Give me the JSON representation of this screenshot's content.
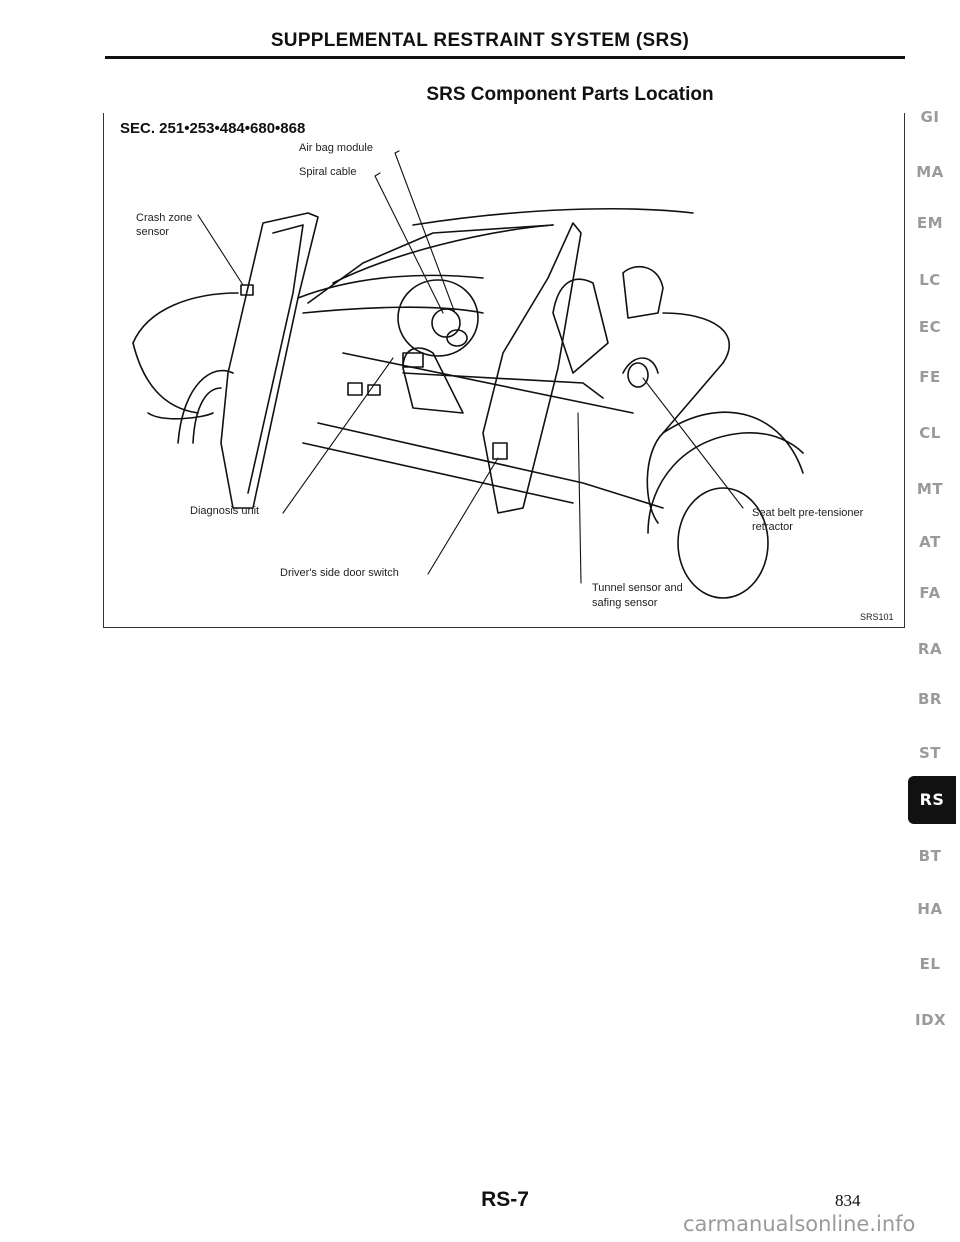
{
  "header": {
    "title": "SUPPLEMENTAL RESTRAINT SYSTEM (SRS)"
  },
  "section": {
    "title": "SRS Component Parts Location"
  },
  "figure": {
    "sec_code": "SEC. 251•253•484•680•868",
    "labels": {
      "air_bag_module": "Air bag module",
      "spiral_cable": "Spiral cable",
      "crash_zone_sensor_1": "Crash zone",
      "crash_zone_sensor_2": "sensor",
      "diagnosis_unit": "Diagnosis unit",
      "drivers_side_door_switch": "Driver's side door switch",
      "seat_belt_1": "Seat belt pre-tensioner",
      "seat_belt_2": "retractor",
      "tunnel_sensor_1": "Tunnel sensor and",
      "tunnel_sensor_2": "safing sensor"
    },
    "figure_id": "SRS101"
  },
  "side_tabs": [
    "GI",
    "MA",
    "EM",
    "LC",
    "EC",
    "FE",
    "CL",
    "MT",
    "AT",
    "FA",
    "RA",
    "BR",
    "ST",
    "RS",
    "BT",
    "HA",
    "EL",
    "IDX"
  ],
  "active_tab": "RS",
  "footer": {
    "page_label": "RS-7",
    "page_number": "834",
    "watermark": "carmanualsonline.info"
  }
}
